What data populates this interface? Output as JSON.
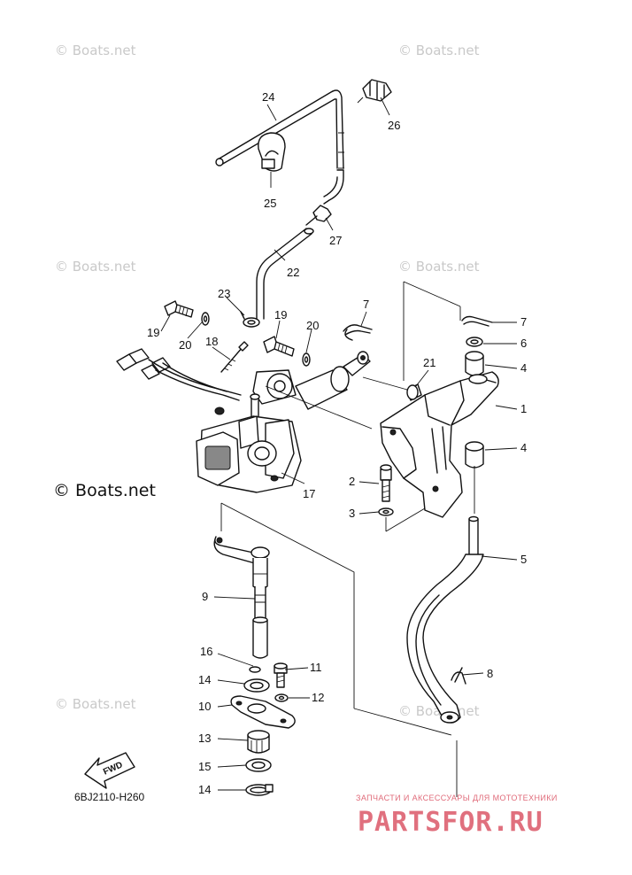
{
  "diagram": {
    "ref_code": "6BJ2110-H260",
    "fwd_label": "FWD",
    "watermark_text": "© Boats.net",
    "watermark_large": "© Boats.net",
    "callouts": [
      "1",
      "2",
      "3",
      "4",
      "4",
      "5",
      "6",
      "7",
      "7",
      "8",
      "9",
      "10",
      "11",
      "12",
      "13",
      "14",
      "14",
      "15",
      "16",
      "17",
      "18",
      "19",
      "19",
      "20",
      "20",
      "21",
      "22",
      "23",
      "24",
      "25",
      "26",
      "27"
    ]
  },
  "brand": {
    "tagline": "ЗАПЧАСТИ И АКСЕССУАРЫ ДЛЯ МОТОТЕХНИКИ",
    "logo": "PARTSFOR.RU",
    "color": "#e0707e"
  }
}
